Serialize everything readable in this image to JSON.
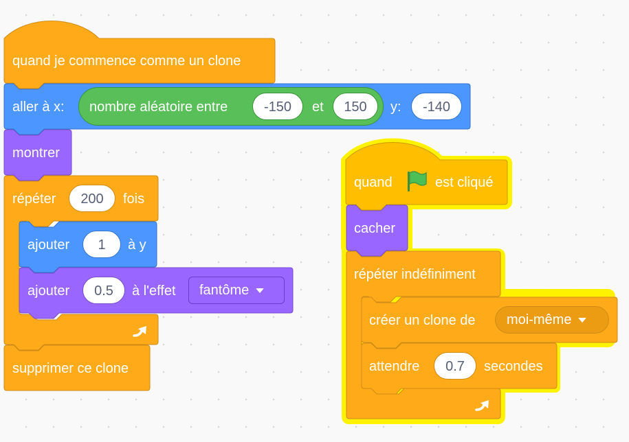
{
  "colors": {
    "control": "#ffab19",
    "events": "#ffbf00",
    "motion": "#4c97ff",
    "looks": "#9966ff",
    "operators": "#59c059",
    "highlight": "#fff200"
  },
  "clone_script": {
    "hat": {
      "label": "quand je commence comme un clone"
    },
    "goto": {
      "label": "aller à x:",
      "random": {
        "label": "nombre aléatoire entre",
        "from": "-150",
        "and_label": "et",
        "to": "150"
      },
      "y_label": "y:",
      "y_value": "-140"
    },
    "show": {
      "label": "montrer"
    },
    "repeat": {
      "label": "répéter",
      "count": "200",
      "times_label": "fois"
    },
    "change_y": {
      "label": "ajouter",
      "value": "1",
      "suffix": "à y"
    },
    "change_effect": {
      "label": "ajouter",
      "value": "0.5",
      "mid_label": "à l'effet",
      "effect": "fantôme"
    },
    "delete_clone": {
      "label": "supprimer ce clone"
    }
  },
  "flag_script": {
    "hat": {
      "label_before": "quand",
      "icon": "green-flag-icon",
      "label_after": "est cliqué"
    },
    "hide": {
      "label": "cacher"
    },
    "forever": {
      "label": "répéter indéfiniment"
    },
    "create_clone": {
      "label": "créer un clone de",
      "target": "moi-même"
    },
    "wait": {
      "label": "attendre",
      "value": "0.7",
      "suffix": "secondes"
    }
  }
}
